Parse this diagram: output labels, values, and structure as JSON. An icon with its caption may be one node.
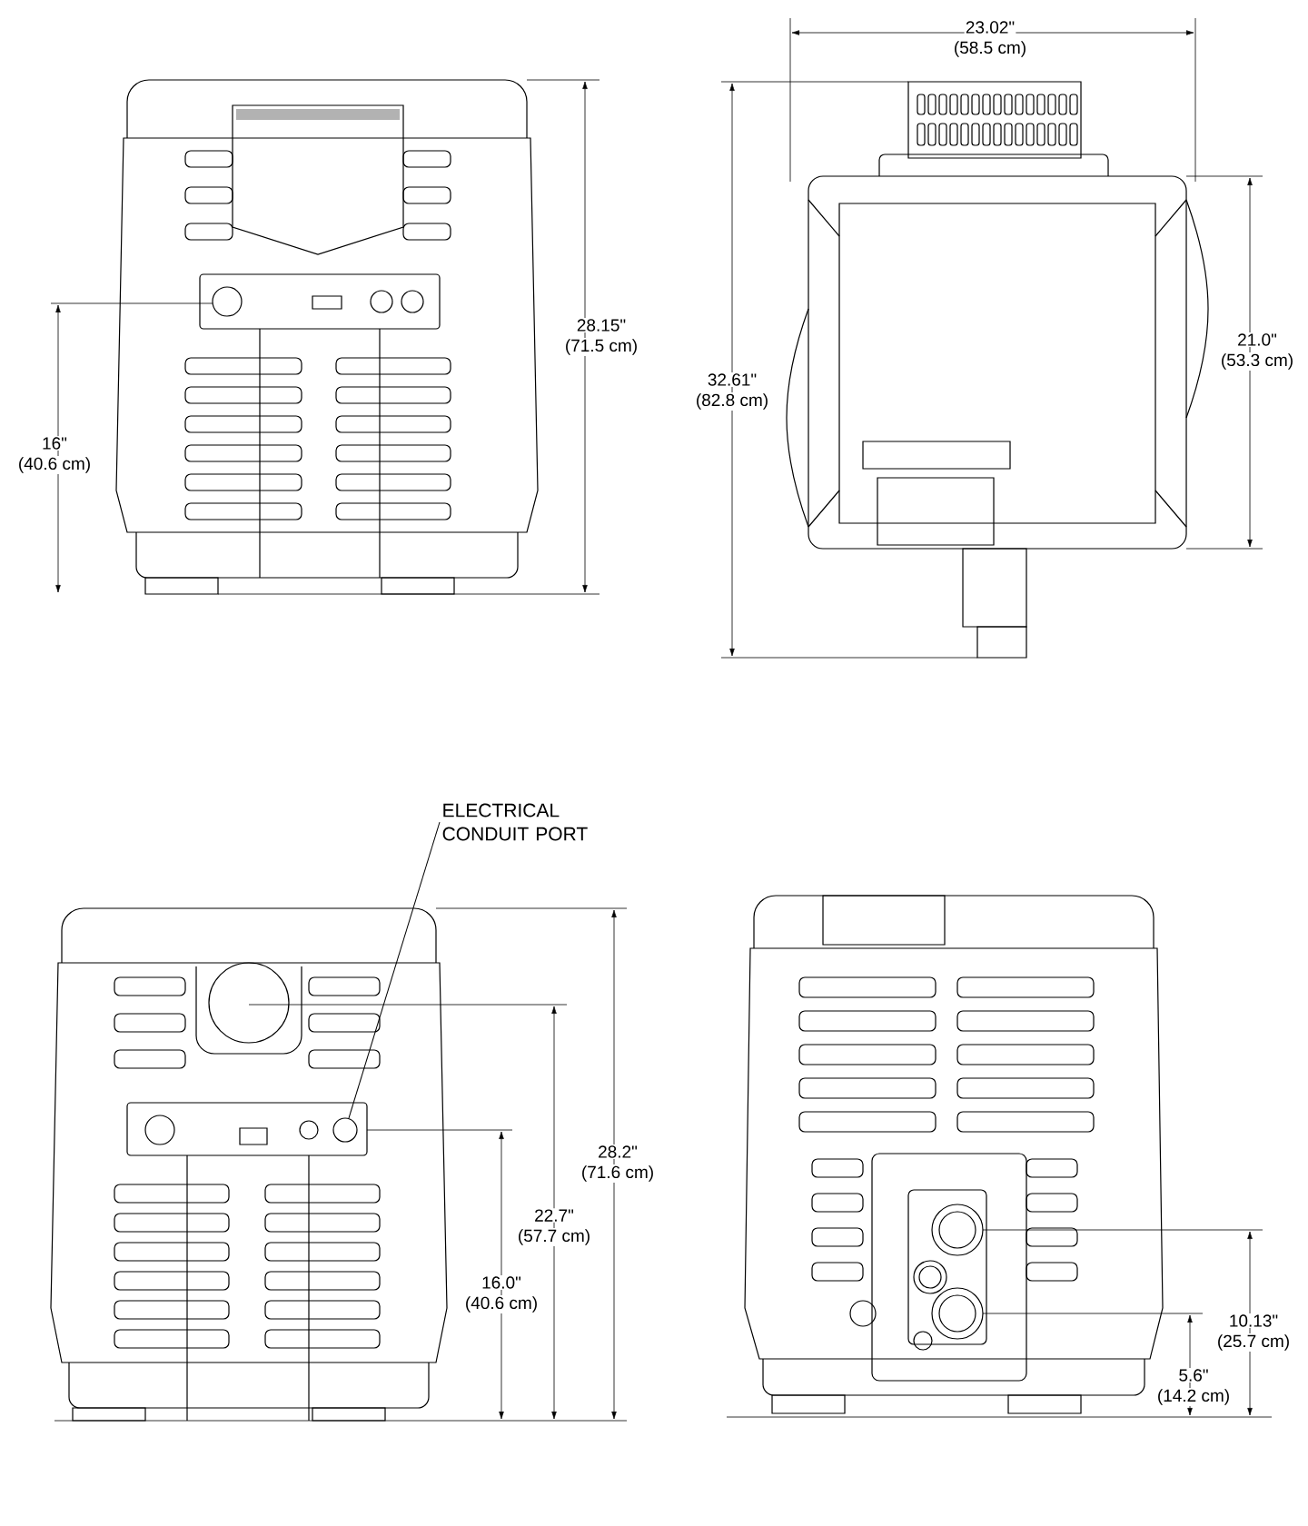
{
  "diagram": {
    "nodes": [
      {
        "text": [
          "ELECTRICAL CONDUIT PORT"
        ]
      },
      {
        "text": [],
        "shape": "circle"
      }
    ],
    "edges": [
      {
        "from": 0,
        "to": 1,
        "arrow": "none"
      }
    ],
    "labels": [
      "23.02\"",
      "(58.5 cm)",
      "28.15\"",
      "(71.5 cm)",
      "21.0\"",
      "(53.3 cm)",
      "32.61\"",
      "(82.8 cm)",
      "16\"",
      "(40.6 cm)",
      "28.2\"",
      "(71.6 cm)",
      "22.7\"",
      "(57.7 cm)",
      "16.0\"",
      "(40.6 cm)",
      "10.13\"",
      "(25.7 cm)",
      "5.6\"",
      "(14.2 cm)"
    ]
  }
}
